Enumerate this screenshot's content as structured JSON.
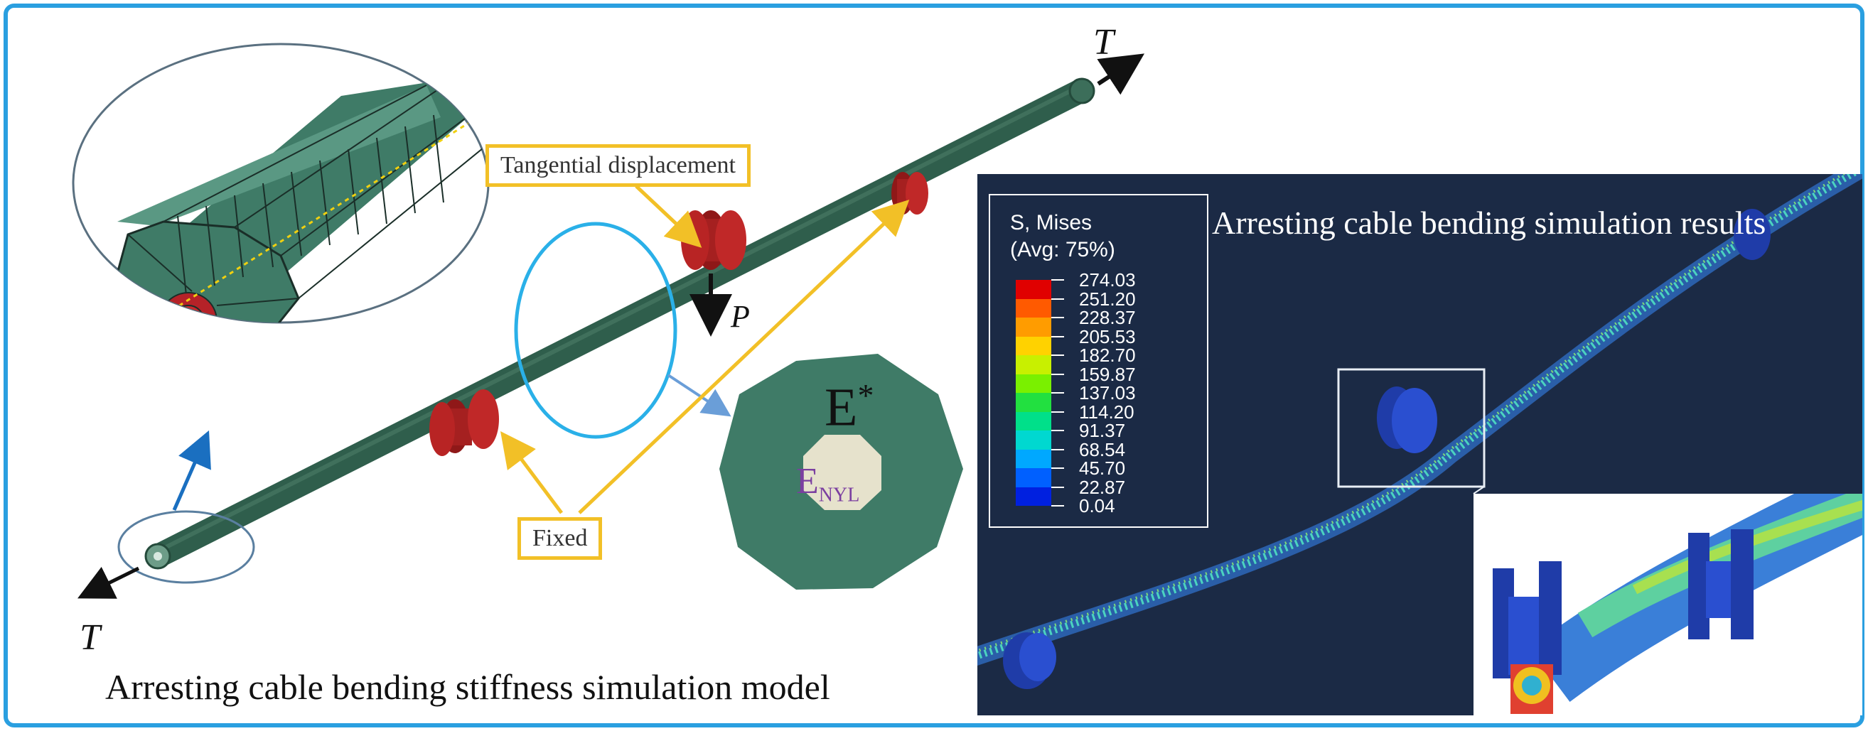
{
  "figure": {
    "left_panel": {
      "title": "Arresting cable bending stiffness simulation model",
      "label_tangential": "Tangential displacement",
      "label_fixed": "Fixed",
      "force_T": "T",
      "force_P": "P",
      "modulus_outer": "E",
      "modulus_outer_sup": "*",
      "modulus_inner": "E",
      "modulus_inner_sub": "NYL"
    },
    "right_panel": {
      "title": "Arresting cable bending simulation results",
      "legend": {
        "title_line1": "S, Mises",
        "title_line2": "(Avg: 75%)",
        "values": [
          "274.03",
          "251.20",
          "228.37",
          "205.53",
          "182.70",
          "159.87",
          "137.03",
          "114.20",
          "91.37",
          "68.54",
          "45.70",
          "22.87",
          "0.04"
        ],
        "colors": [
          "#e00000",
          "#ff5a00",
          "#ff9c00",
          "#ffd200",
          "#c8f000",
          "#7af000",
          "#22e040",
          "#00e08a",
          "#00d8d0",
          "#00a8ff",
          "#0060ff",
          "#0020e0",
          "#0000c0"
        ]
      }
    },
    "colors": {
      "frame": "#2a9fe0",
      "cable": "#2f5e4c",
      "pulley": "#b02020",
      "arrow_yellow": "#f2c027",
      "circle_blue": "#2ab0e8",
      "result_bg": "#1b2a45"
    }
  }
}
